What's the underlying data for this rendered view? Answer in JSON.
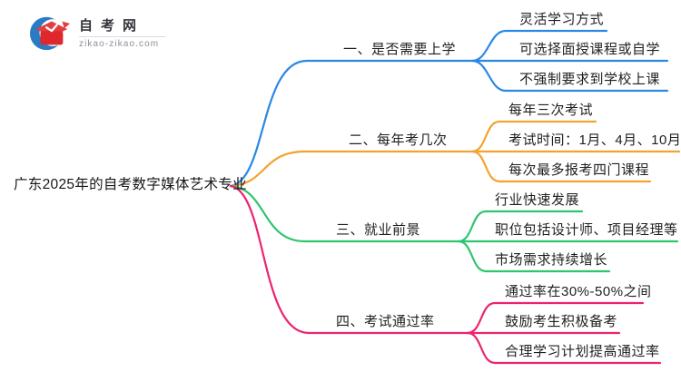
{
  "logo": {
    "title": "自考网",
    "domain": "zikao-zikao.com"
  },
  "colors": {
    "blue": "#2b87e6",
    "orange": "#f2a330",
    "green": "#2ec56f",
    "pink": "#ee2270",
    "logo_blue": "#2b7bc4",
    "logo_red": "#e43d3f",
    "text": "#1f1f1f"
  },
  "mindmap": {
    "root": "广东2025年的自考数字媒体艺术专业",
    "branches": [
      {
        "label": "一、是否需要上学",
        "color": "#2b87e6",
        "leaves": [
          "灵活学习方式",
          "可选择面授课程或自学",
          "不强制要求到学校上课"
        ]
      },
      {
        "label": "二、每年考几次",
        "color": "#f2a330",
        "leaves": [
          "每年三次考试",
          "考试时间：1月、4月、10月",
          "每次最多报考四门课程"
        ]
      },
      {
        "label": "三、就业前景",
        "color": "#2ec56f",
        "leaves": [
          "行业快速发展",
          "职位包括设计师、项目经理等",
          "市场需求持续增长"
        ]
      },
      {
        "label": "四、考试通过率",
        "color": "#ee2270",
        "leaves": [
          "通过率在30%-50%之间",
          "鼓励考生积极备考",
          "合理学习计划提高通过率"
        ]
      }
    ]
  }
}
